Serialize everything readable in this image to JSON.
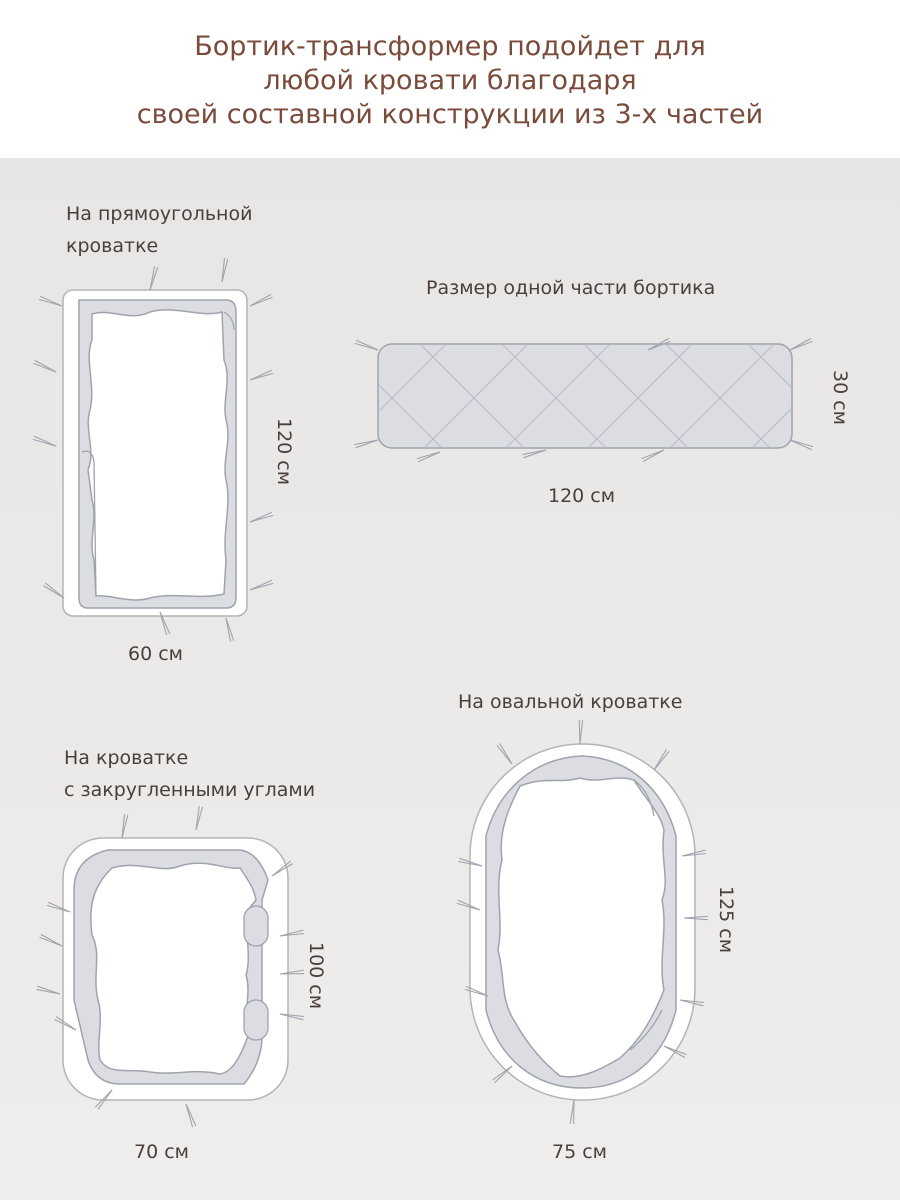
{
  "colors": {
    "title": "#7a4b3a",
    "text": "#4a3f3a",
    "bed_stroke": "#b7b3b1",
    "bumper_fill": "#dcdde3",
    "bumper_stroke": "#9fa3ac",
    "quilt_line": "#b9bcc6"
  },
  "header": {
    "lines": [
      "Бортик-трансформер подойдет для",
      "любой кровати благодаря",
      "своей составной конструкции из 3-х частей"
    ]
  },
  "rect_bed": {
    "label_lines": [
      "На прямоугольной",
      "кроватке"
    ],
    "height_label": "120 см",
    "width_label": "60 см"
  },
  "single_part": {
    "label": "Размер одной части бортика",
    "height_label": "30 см",
    "width_label": "120 см"
  },
  "rounded_bed": {
    "label_lines": [
      "На кроватке",
      "с закругленными углами"
    ],
    "height_label": "100 см",
    "width_label": "70 см"
  },
  "oval_bed": {
    "label": "На овальной кроватке",
    "height_label": "125 см",
    "width_label": "75 см"
  }
}
